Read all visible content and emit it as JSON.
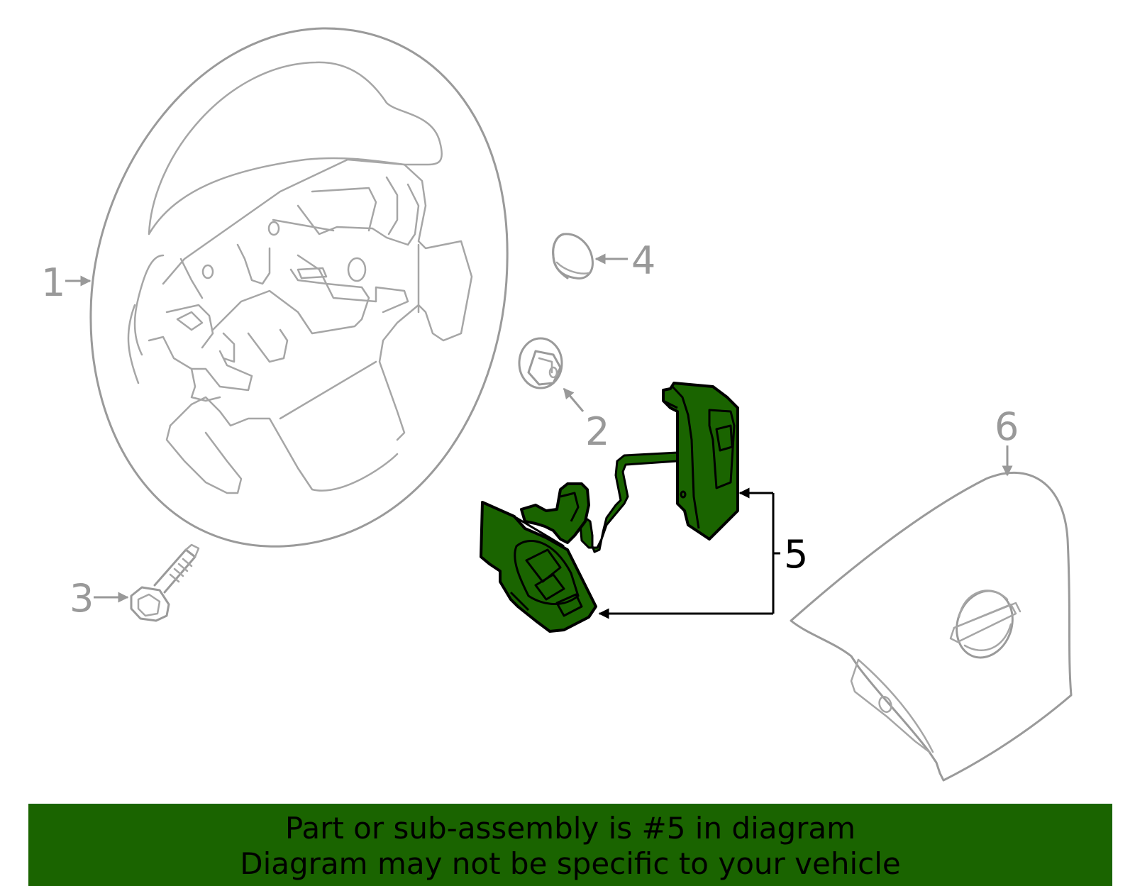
{
  "callouts": {
    "c1": "1",
    "c2": "2",
    "c3": "3",
    "c4": "4",
    "c5": "5",
    "c6": "6"
  },
  "banner": {
    "line1": "Part or sub-assembly is #5 in diagram",
    "line2": "Diagram may not be specific to your vehicle"
  },
  "colors": {
    "highlight": "#1a6400",
    "part_line": "#999999",
    "leader_highlight": "#000000"
  }
}
